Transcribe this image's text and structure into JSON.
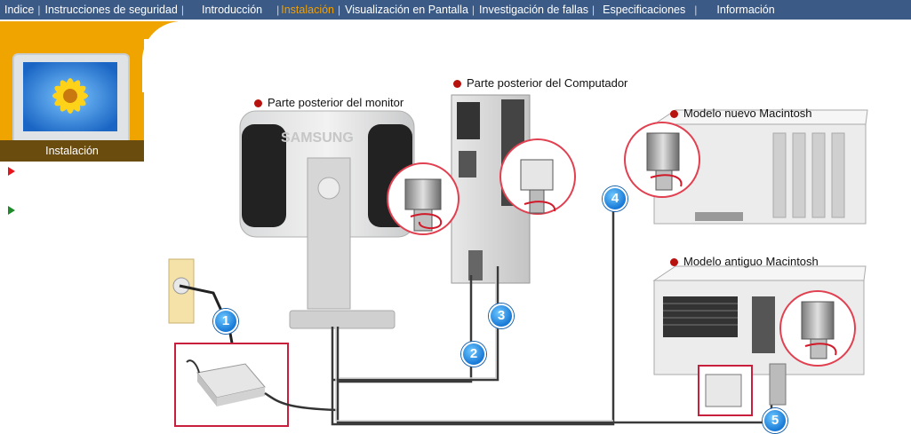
{
  "nav": {
    "items": [
      "Indice",
      "Instrucciones de seguridad",
      "Introducción",
      "Instalación",
      "Visualización en Pantalla",
      "Investigación de fallas",
      "Especificaciones",
      "Información"
    ],
    "active": "Instalación"
  },
  "left_panel": {
    "section_label": "Instalación"
  },
  "labels": {
    "monitor_back": "Parte posterior del monitor",
    "computer_back": "Parte posterior del Computador",
    "mac_new": "Modelo nuevo Macintosh",
    "mac_old": "Modelo antiguo Macintosh"
  },
  "monitor_brand": "SAMSUNG",
  "steps": [
    "1",
    "2",
    "3",
    "4",
    "5"
  ],
  "colors": {
    "nav_bg": "#3b5a86",
    "nav_active": "#f2a000",
    "panel_orange": "#f0a400",
    "panel_label_bg": "#6b4c0f",
    "bullet_red": "#b8120e",
    "step_blue": "#1879d6",
    "callout_red": "#e04050",
    "power_box": "#c8203c"
  },
  "icons": [
    "arrow-right-red-icon",
    "arrow-right-green-icon",
    "red-dot-icon"
  ]
}
